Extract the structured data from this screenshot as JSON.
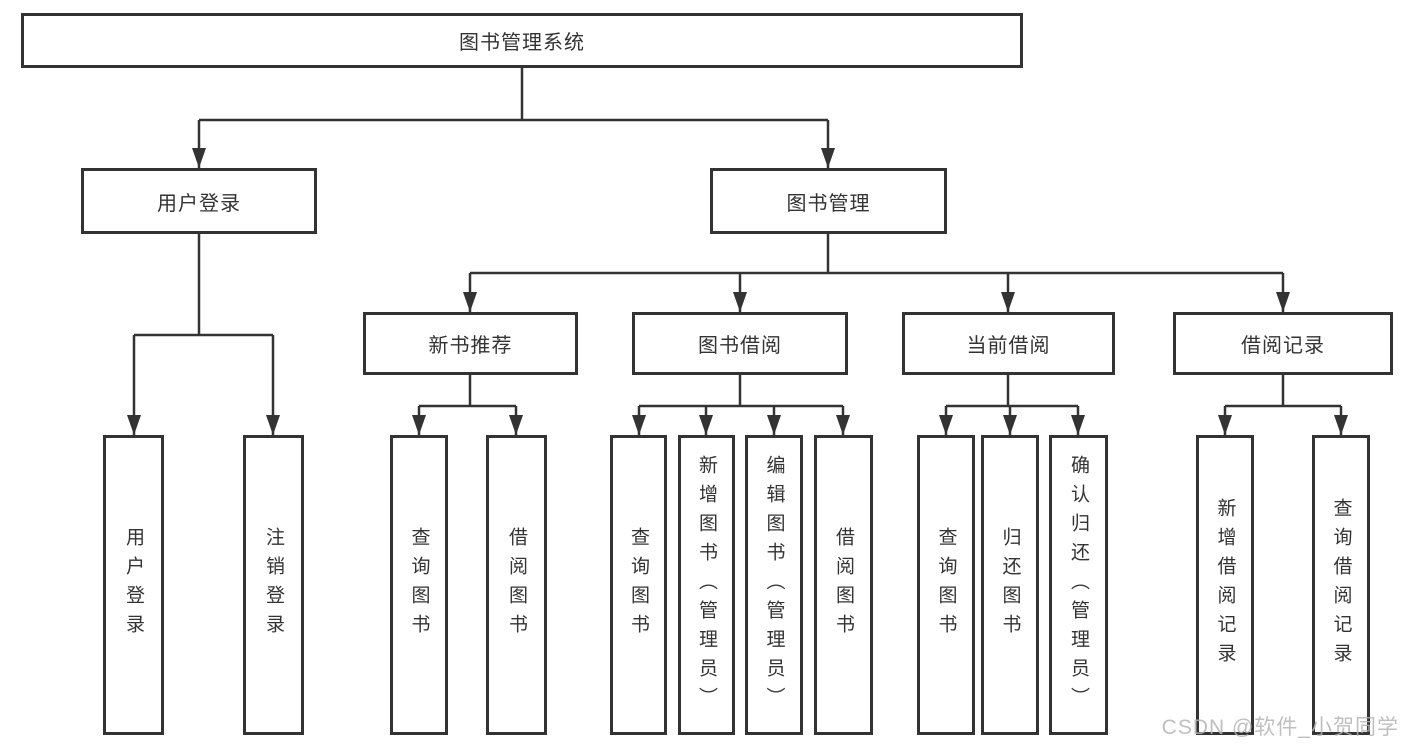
{
  "nodes": {
    "root": "图书管理系统",
    "level2": [
      "用户登录",
      "图书管理"
    ],
    "level3": [
      "新书推荐",
      "图书借阅",
      "当前借阅",
      "借阅记录"
    ],
    "leaves": {
      "user_login": [
        "用户登录",
        "注销登录"
      ],
      "new_book_recommend": [
        "查询图书",
        "借阅图书"
      ],
      "book_borrow": [
        "查询图书",
        "新增图书（管理员）",
        "编辑图书（管理员）",
        "借阅图书"
      ],
      "current_borrow": [
        "查询图书",
        "归还图书",
        "确认归还（管理员）"
      ],
      "borrow_records": [
        "新增借阅记录",
        "查询借阅记录"
      ]
    }
  },
  "watermark": "CSDN @软件_小贺同学",
  "colors": {
    "line": "#333333",
    "box_background": "#ffffff",
    "text": "#333333",
    "watermark": "#b5b5b5"
  }
}
